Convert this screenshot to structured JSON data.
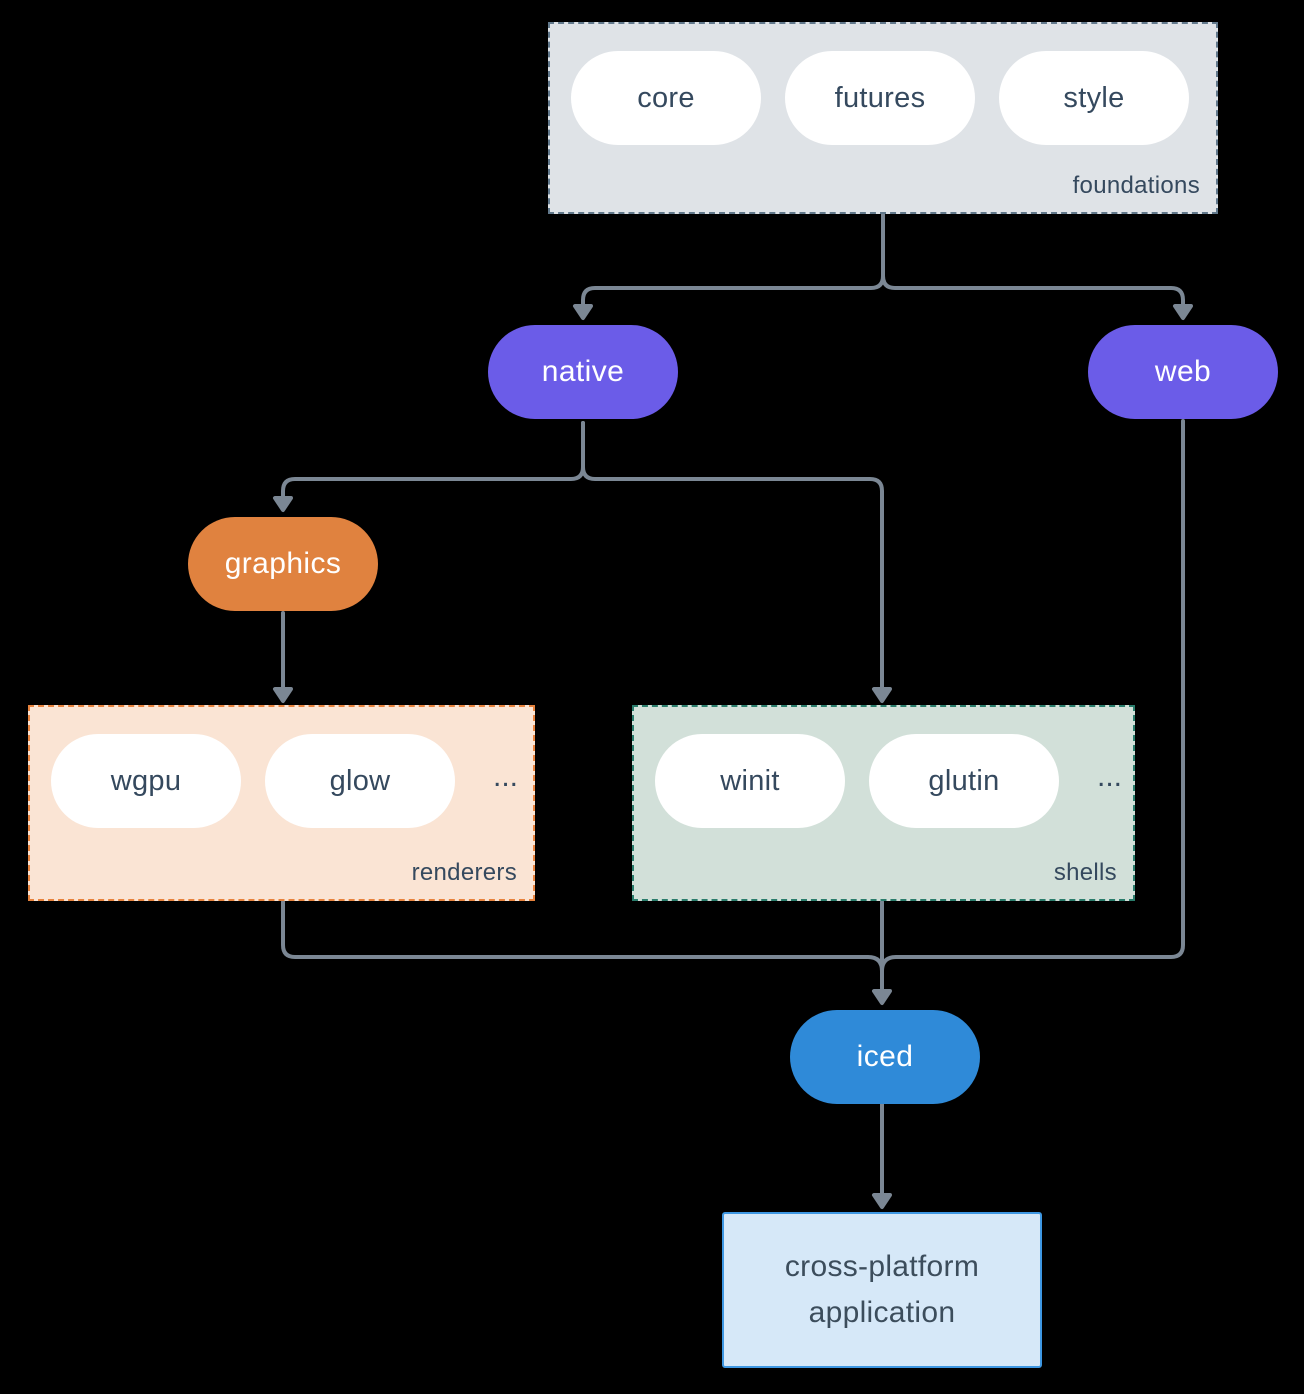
{
  "diagram": {
    "background_color": "#000000",
    "arrow_color": "#7b8794",
    "foundations": {
      "label": "foundations",
      "fill": "#dfe3e7",
      "border_color": "#62798c",
      "pills": [
        "core",
        "futures",
        "style"
      ]
    },
    "native": {
      "label": "native",
      "fill": "#6b5ce8"
    },
    "web": {
      "label": "web",
      "fill": "#6b5ce8"
    },
    "graphics": {
      "label": "graphics",
      "fill": "#e0823f"
    },
    "renderers": {
      "label": "renderers",
      "fill": "#fae4d4",
      "border_color": "#e8833d",
      "pills": [
        "wgpu",
        "glow"
      ],
      "ellipsis": "..."
    },
    "shells": {
      "label": "shells",
      "fill": "#d2e0d9",
      "border_color": "#2a7d6c",
      "pills": [
        "winit",
        "glutin"
      ],
      "ellipsis": "..."
    },
    "iced": {
      "label": "iced",
      "fill": "#2f8ad8"
    },
    "application": {
      "lines": [
        "cross-platform",
        "application"
      ],
      "fill": "#d6e8f8",
      "border_color": "#3e97e2"
    }
  }
}
